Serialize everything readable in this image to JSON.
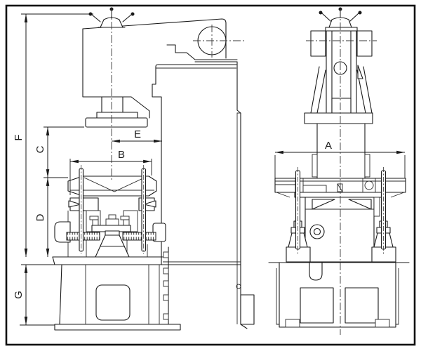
{
  "colors": {
    "line": "#1a1a1a",
    "background": "#ffffff"
  },
  "dimension_labels": {
    "A": "A",
    "B": "B",
    "C": "C",
    "D": "D",
    "E": "E",
    "F": "F",
    "G": "G"
  }
}
